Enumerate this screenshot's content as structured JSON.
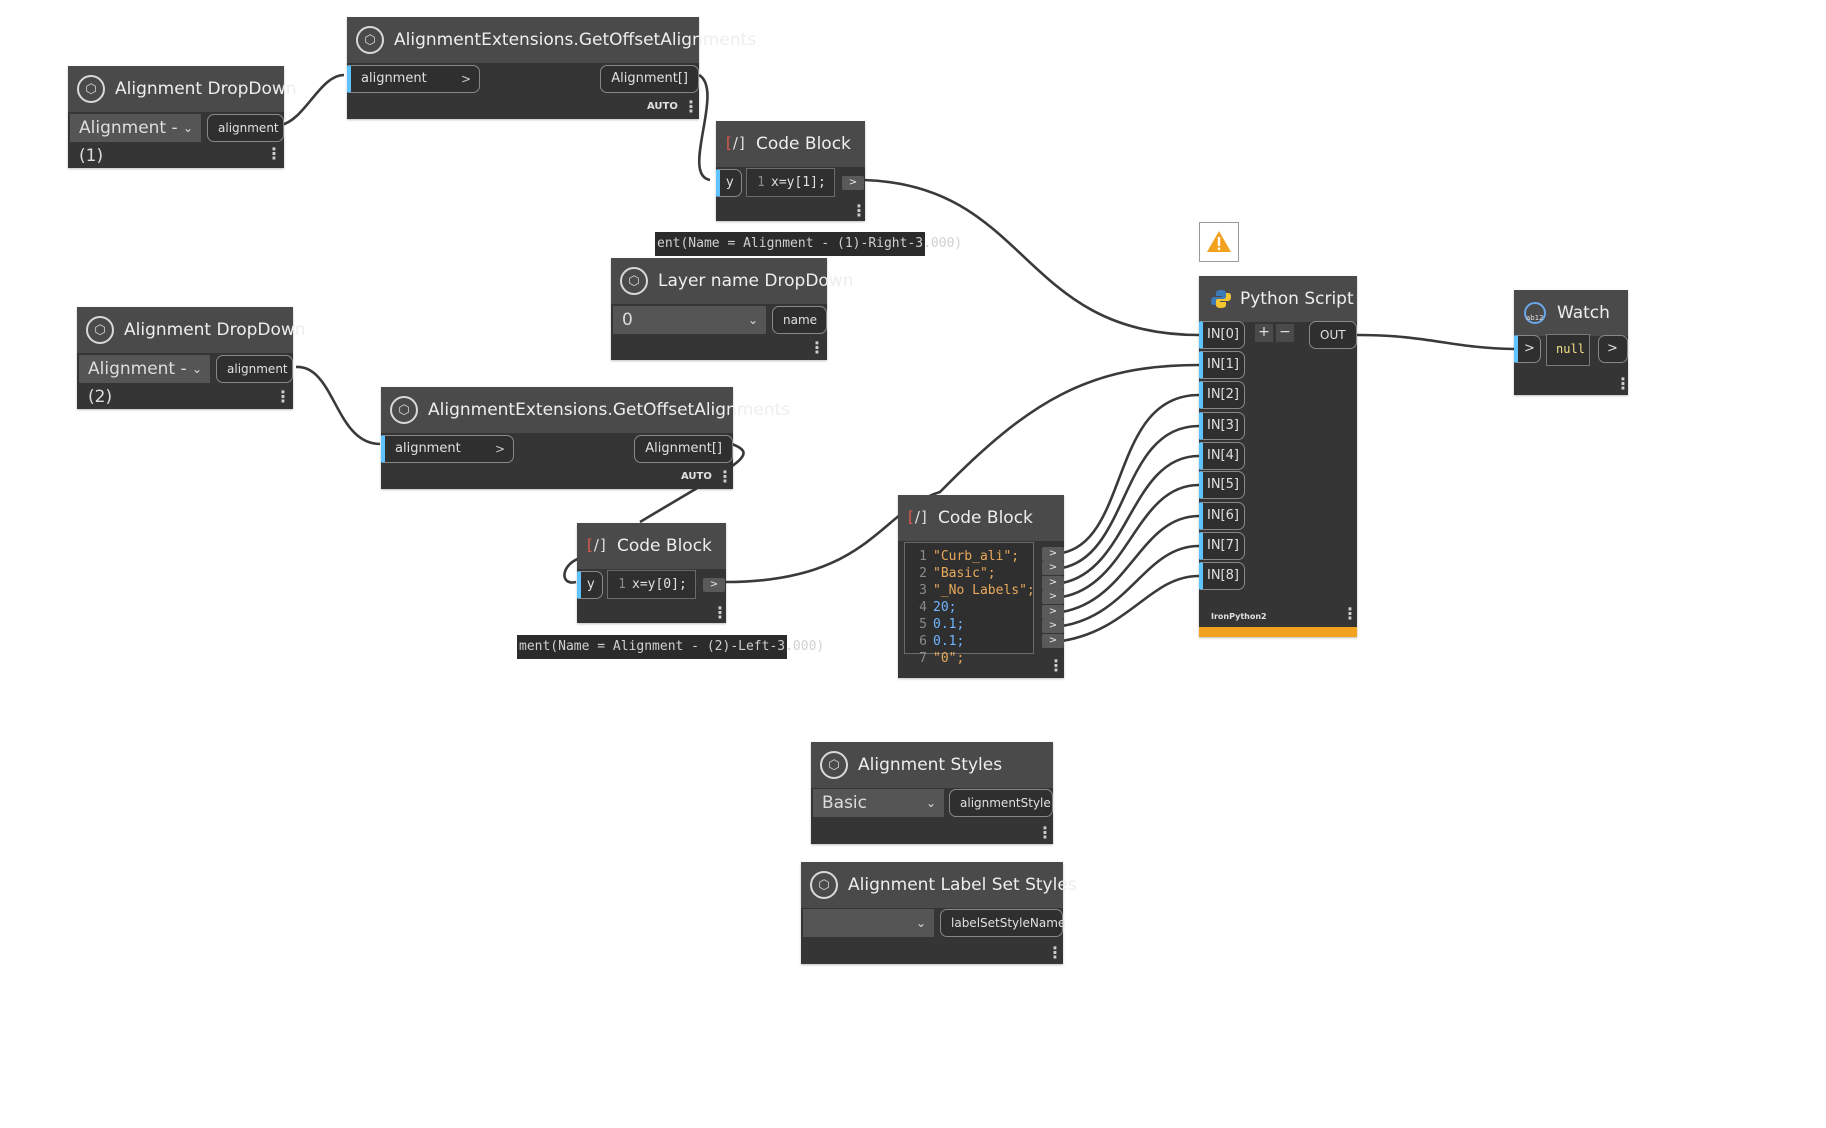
{
  "nodes": {
    "align_dd_1": {
      "title": "Alignment DropDown",
      "selected": "Alignment - (1)",
      "output": "alignment"
    },
    "offset_1": {
      "title": "AlignmentExtensions.GetOffsetAlignments",
      "input": "alignment",
      "output": "Alignment[]",
      "lacing": "AUTO"
    },
    "code_block_1": {
      "title": "Code Block",
      "input": "y",
      "code_line_no": "1",
      "code": "x=y[1];",
      "output_arrow": ">"
    },
    "preview_1": {
      "text": "ent(Name = Alignment - (1)-Right-3.000)"
    },
    "layer_dd": {
      "title": "Layer name DropDown",
      "selected": "0",
      "output": "name"
    },
    "align_dd_2": {
      "title": "Alignment DropDown",
      "selected": "Alignment - (2)",
      "output": "alignment"
    },
    "offset_2": {
      "title": "AlignmentExtensions.GetOffsetAlignments",
      "input": "alignment",
      "output": "Alignment[]",
      "lacing": "AUTO"
    },
    "code_block_2": {
      "title": "Code Block",
      "input": "y",
      "code_line_no": "1",
      "code": "x=y[0];",
      "output_arrow": ">"
    },
    "preview_2": {
      "text": "ment(Name = Alignment - (2)-Left-3.000)"
    },
    "code_block_3": {
      "title": "Code Block",
      "lines": [
        {
          "no": "1",
          "text": "\"Curb_ali\";"
        },
        {
          "no": "2",
          "text": "\"Basic\";"
        },
        {
          "no": "3",
          "text": "\"_No Labels\";"
        },
        {
          "no": "4",
          "text": "20;"
        },
        {
          "no": "5",
          "text": "0.1;"
        },
        {
          "no": "6",
          "text": "0.1;"
        },
        {
          "no": "7",
          "text": "\"0\";"
        }
      ]
    },
    "python": {
      "title": "Python Script",
      "inputs": [
        "IN[0]",
        "IN[1]",
        "IN[2]",
        "IN[3]",
        "IN[4]",
        "IN[5]",
        "IN[6]",
        "IN[7]",
        "IN[8]"
      ],
      "output": "OUT",
      "add_label": "+",
      "remove_label": "−",
      "engine": "IronPython2",
      "warning_color": "#f2a21e"
    },
    "watch": {
      "title": "Watch",
      "input_arrow": ">",
      "value": "null",
      "output_arrow": ">",
      "icon_text": "ab12"
    },
    "align_styles": {
      "title": "Alignment Styles",
      "selected": "Basic",
      "output": "alignmentStyle"
    },
    "label_set_styles": {
      "title": "Alignment Label Set Styles",
      "selected": "",
      "output": "labelSetStyleName"
    }
  },
  "colors": {
    "canvas": "#ffffff",
    "node_body": "#353535",
    "node_header": "#4a4a4a",
    "input_accent": "#5ec3ff",
    "wire": "#3a3a3a",
    "string_literal": "#e8a95c",
    "number_literal": "#6fb5ff",
    "warning": "#f2a21e"
  }
}
